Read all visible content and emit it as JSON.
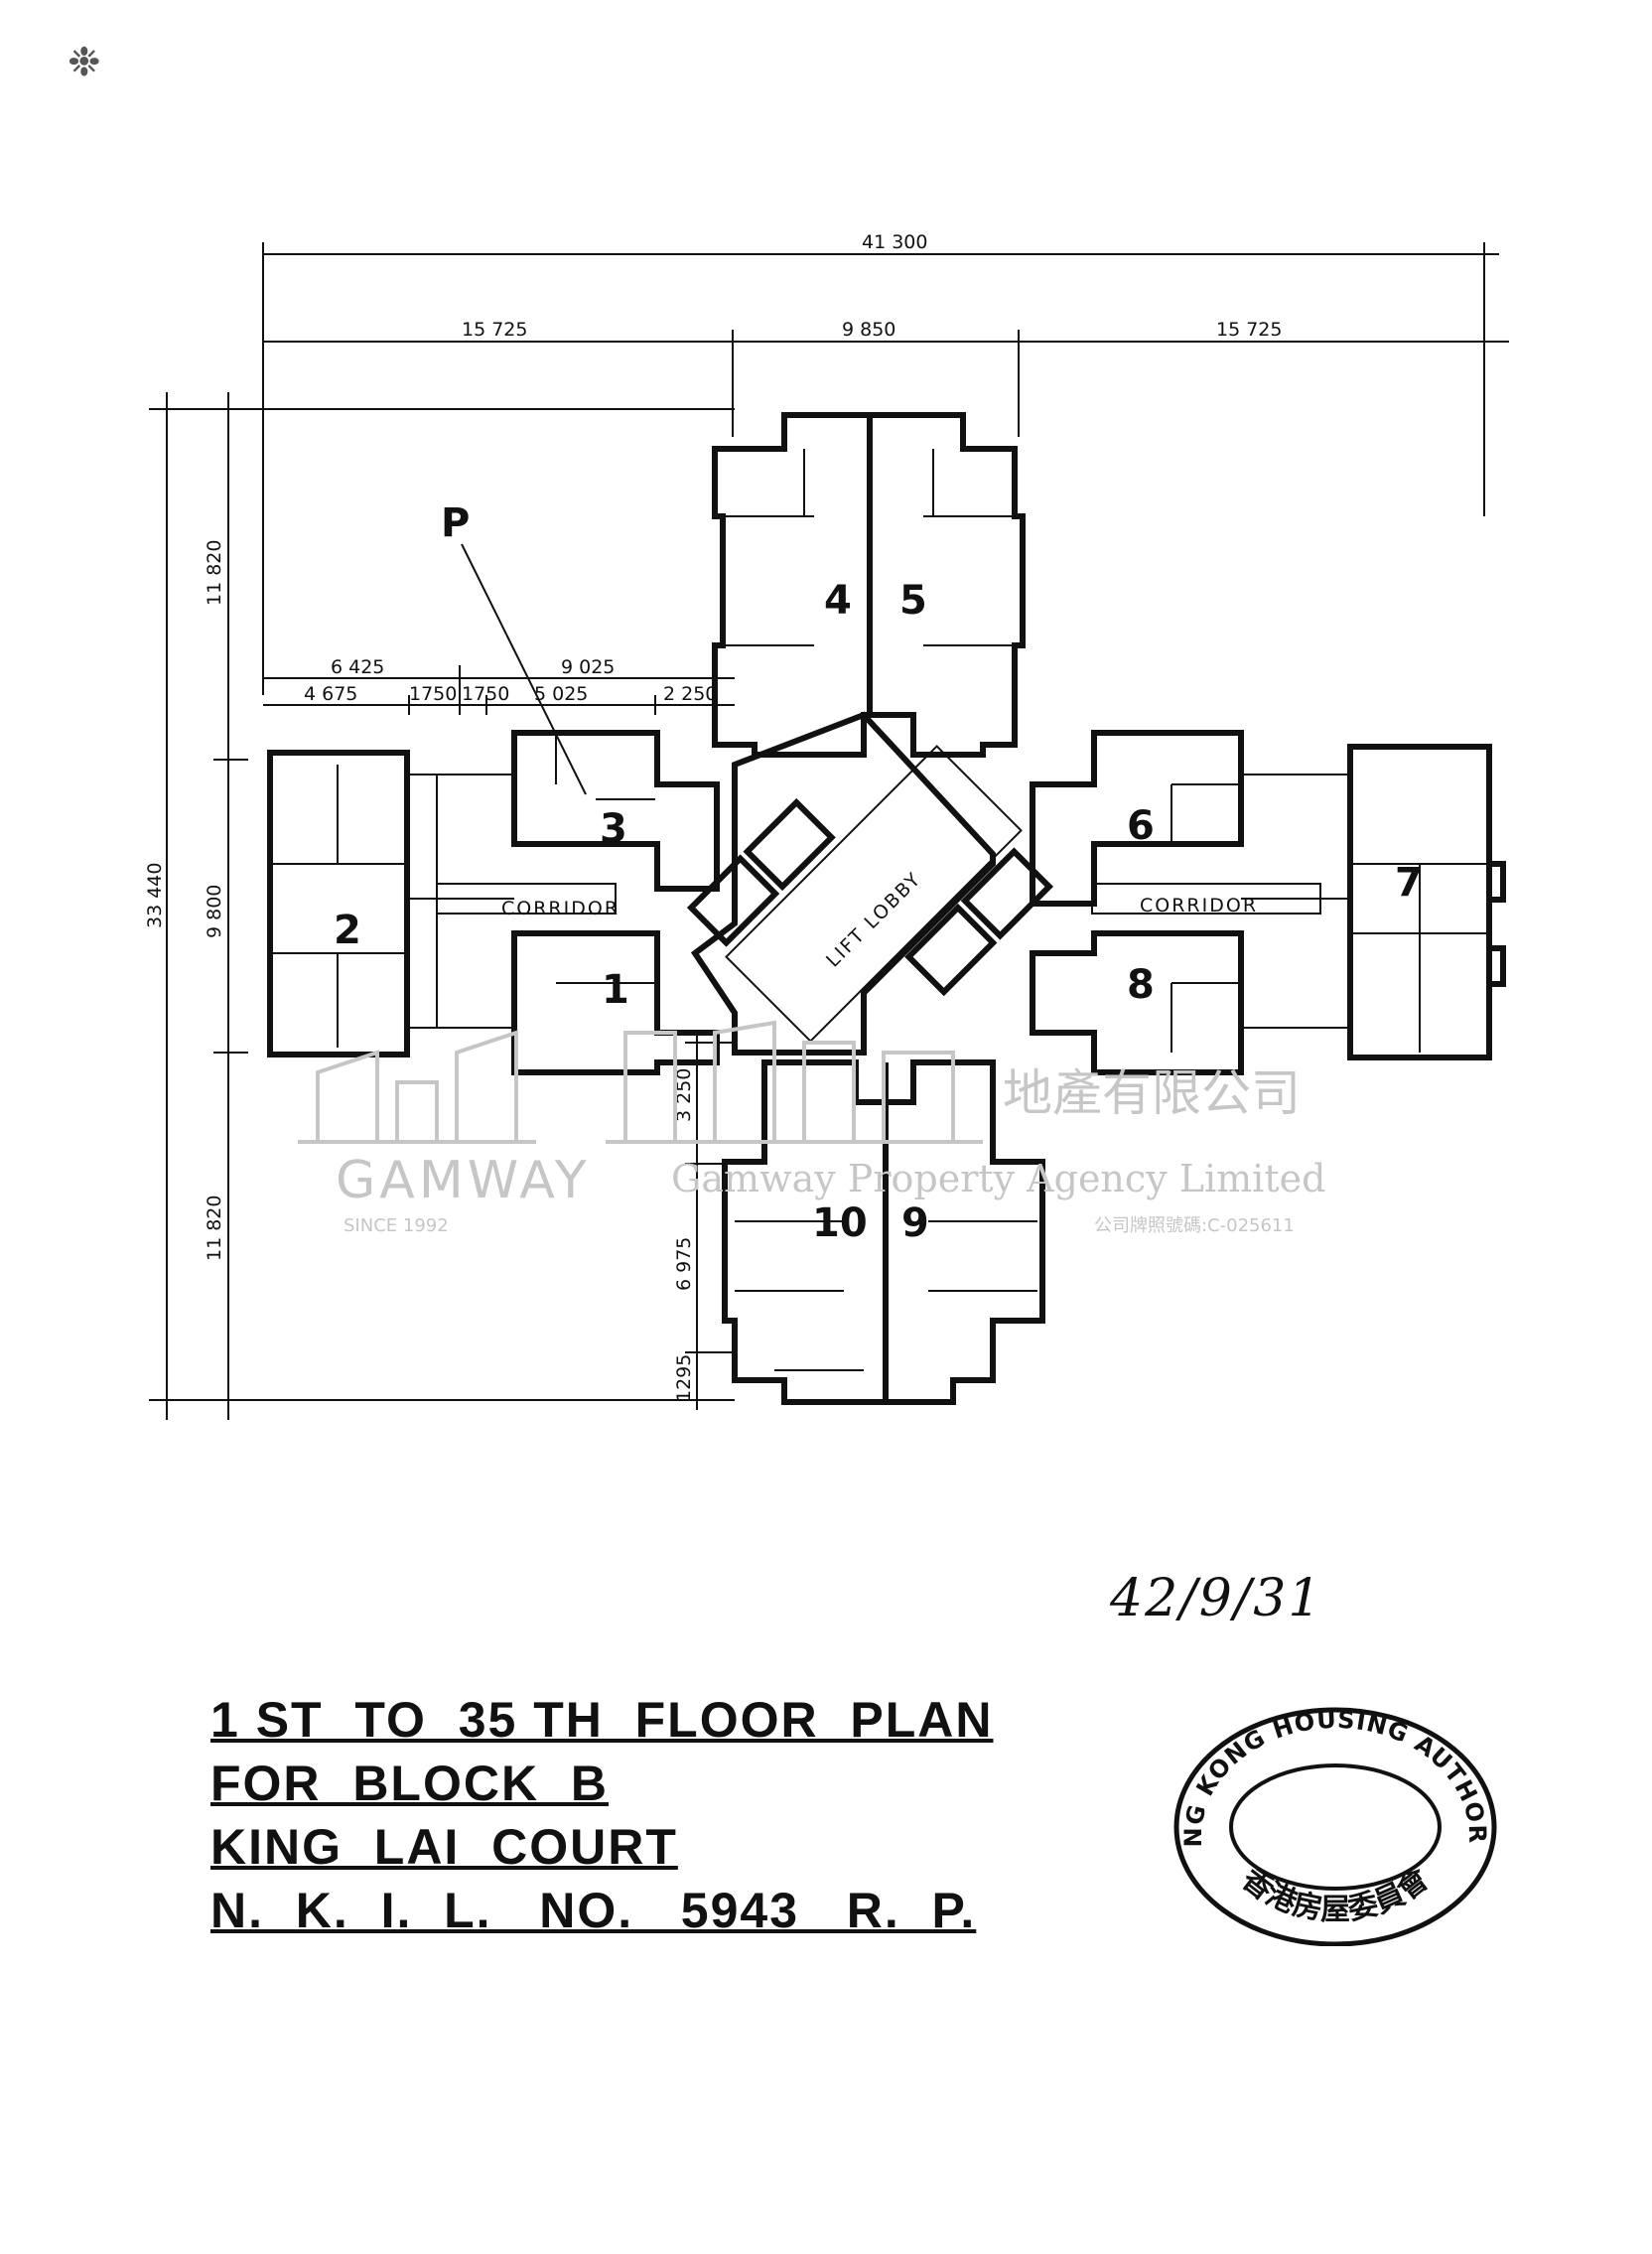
{
  "dimensions": {
    "overall_width": "41 300",
    "left_wing": "15 725",
    "center": "9 850",
    "right_wing": "15 725",
    "wing_6425": "6 425",
    "wing_9025": "9 025",
    "seg_4675": "4 675",
    "seg_1750a": "1750",
    "seg_1750b": "1750",
    "seg_5025": "5 025",
    "seg_2250": "2 250",
    "overall_depth": "33 440",
    "top_depth": "11 820",
    "mid_depth": "9 800",
    "bottom_depth": "11 820",
    "seg_3250": "3 250",
    "seg_6975": "6 975",
    "seg_1295": "1295"
  },
  "units": [
    "1",
    "2",
    "3",
    "4",
    "5",
    "6",
    "7",
    "8",
    "9",
    "10"
  ],
  "labels": {
    "pointer": "P",
    "corridor_left": "CORRIDOR",
    "corridor_right": "CORRIDOR",
    "lift_lobby": "LIFT LOBBY"
  },
  "title": {
    "line1": "1 ST  TO  35 TH  FLOOR  PLAN",
    "line2": "FOR  BLOCK  B",
    "line3": "KING  LAI  COURT",
    "line4": "N.  K.  I.  L.   NO.   5943   R.  P."
  },
  "handwritten_ref": "42/9/31",
  "seal": {
    "outer_text": "HONG KONG HOUSING AUTHORITY",
    "inner_text": "香港房屋委員會"
  },
  "watermark": {
    "brand": "GAMWAY",
    "since": "SINCE 1992",
    "chinese": "地產有限公司",
    "english": "Gamway Property Agency Limited",
    "license": "公司牌照號碼:C-025611"
  }
}
